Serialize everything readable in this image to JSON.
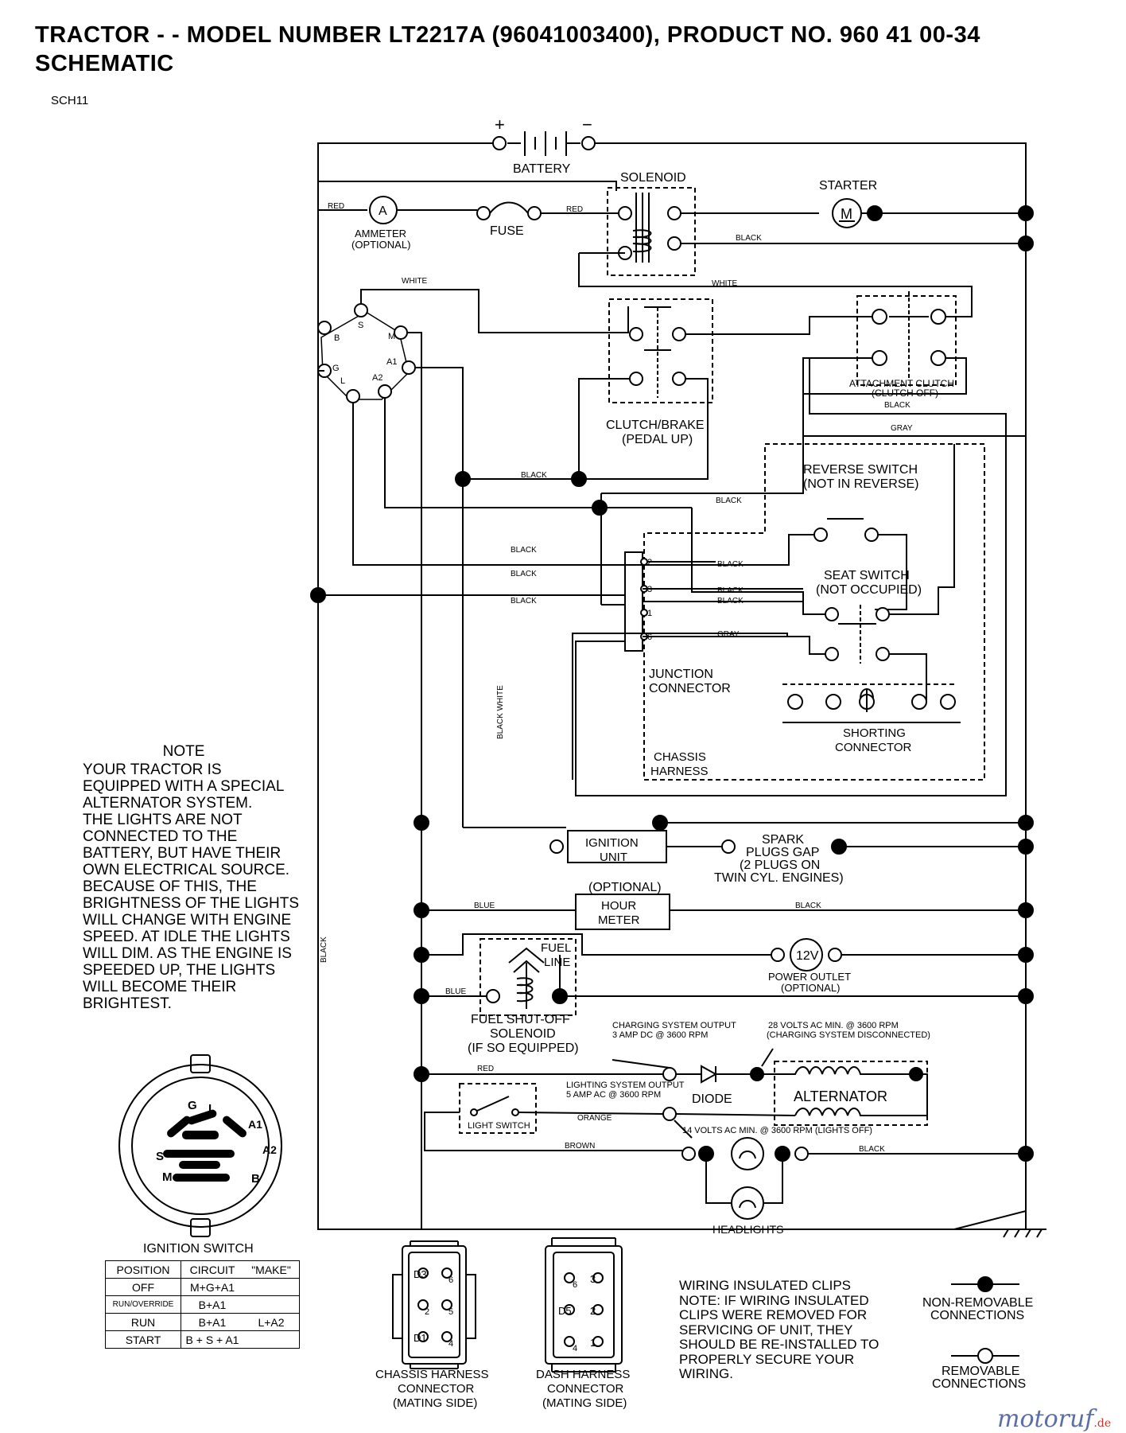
{
  "title": {
    "line1": "TRACTOR - - MODEL NUMBER LT2217A (96041003400), PRODUCT NO. 960 41 00-34",
    "line2": "SCHEMATIC",
    "code": "SCH11"
  },
  "components": {
    "battery": "BATTERY",
    "plus": "+",
    "minus": "−",
    "solenoid": "SOLENOID",
    "starter": "STARTER",
    "starter_m": "M",
    "ammeter_a": "A",
    "ammeter1": "AMMETER",
    "ammeter2": "(OPTIONAL)",
    "fuse": "FUSE",
    "attach1": "ATTACHMENT CLUTCH",
    "attach2": "(CLUTCH OFF)",
    "clutch1": "CLUTCH/BRAKE",
    "clutch2": "(PEDAL UP)",
    "reverse1": "REVERSE SWITCH",
    "reverse2": "(NOT IN REVERSE)",
    "seat1": "SEAT SWITCH",
    "seat2": "(NOT OCCUPIED)",
    "junction1": "JUNCTION",
    "junction2": "CONNECTOR",
    "shorting1": "SHORTING",
    "shorting2": "CONNECTOR",
    "chassis1": "CHASSIS",
    "chassis2": "HARNESS",
    "ign_unit1": "IGNITION",
    "ign_unit2": "UNIT",
    "spark1": "SPARK",
    "spark2": "PLUGS GAP",
    "spark3": "(2 PLUGS ON",
    "spark4": "TWIN CYL. ENGINES)",
    "hour_opt": "(OPTIONAL)",
    "hour1": "HOUR",
    "hour2": "METER",
    "fuel_line1": "FUEL",
    "fuel_line2": "LINE",
    "outlet_v": "12V",
    "outlet1": "POWER OUTLET",
    "outlet2": "(OPTIONAL)",
    "fuel_sol1": "FUEL SHUT-OFF",
    "fuel_sol2": "SOLENOID",
    "fuel_sol3": "(IF SO EQUIPPED)",
    "charge1": "CHARGING SYSTEM OUTPUT",
    "charge2": "3 AMP DC @ 3600 RPM",
    "v28a": "28 VOLTS AC MIN. @ 3600 RPM",
    "v28b": "(CHARGING SYSTEM DISCONNECTED)",
    "light_out1": "LIGHTING SYSTEM OUTPUT",
    "light_out2": "5 AMP AC @ 3600 RPM",
    "diode": "DIODE",
    "alternator": "ALTERNATOR",
    "light_switch": "LIGHT SWITCH",
    "v14": "14 VOLTS AC MIN. @ 3600 RPM (LIGHTS OFF)",
    "headlights": "HEADLIGHTS",
    "ign_switch": "IGNITION SWITCH"
  },
  "terminals": {
    "s": "S",
    "b": "B",
    "m": "M",
    "g": "G",
    "a1": "A1",
    "l": "L",
    "a2": "A2",
    "j2": "2",
    "j3": "3",
    "j1": "1",
    "j6": "6"
  },
  "wires": {
    "red": "RED",
    "red2": "RED",
    "white": "WHITE",
    "white2": "WHITE",
    "black": "BLACK",
    "gray": "GRAY",
    "blue": "BLUE",
    "orange": "ORANGE",
    "brown": "BROWN",
    "black_white": "BLACK WHITE"
  },
  "note": {
    "heading": "NOTE",
    "lines": [
      "YOUR TRACTOR IS",
      "EQUIPPED WITH A SPECIAL",
      "ALTERNATOR SYSTEM.",
      "THE LIGHTS ARE NOT",
      "CONNECTED TO THE",
      "BATTERY, BUT HAVE THEIR",
      "OWN ELECTRICAL SOURCE.",
      "BECAUSE OF THIS, THE",
      "BRIGHTNESS OF THE LIGHTS",
      "WILL CHANGE WITH ENGINE",
      "SPEED.  AT IDLE THE LIGHTS",
      "WILL DIM.  AS THE ENGINE IS",
      "SPEEDED UP, THE LIGHTS",
      "WILL BECOME THEIR",
      "BRIGHTEST."
    ]
  },
  "ign_switch_face": {
    "g": "G",
    "l": "L",
    "a1": "A1",
    "a2": "A2",
    "s": "S",
    "m": "M",
    "b": "B"
  },
  "ign_table": {
    "headers": [
      "POSITION",
      "CIRCUIT",
      "\"MAKE\""
    ],
    "rows": [
      [
        "OFF",
        "M+G+A1",
        ""
      ],
      [
        "RUN/OVERRIDE",
        "B+A1",
        ""
      ],
      [
        "RUN",
        "B+A1",
        "L+A2"
      ],
      [
        "START",
        "B + S + A1",
        ""
      ]
    ]
  },
  "connectors": {
    "chassis1": "CHASSIS HARNESS",
    "chassis2": "CONNECTOR",
    "chassis3": "(MATING SIDE)",
    "dash1": "DASH HARNESS",
    "dash2": "CONNECTOR",
    "dash3": "(MATING SIDE)",
    "chassis_pins": [
      "D3",
      "6",
      "2",
      "5",
      "D1",
      "4"
    ],
    "dash_pins": [
      "6",
      "3",
      "D5",
      "2",
      "4",
      "1"
    ]
  },
  "clips_note": {
    "lines": [
      "WIRING INSULATED CLIPS",
      "NOTE: IF WIRING INSULATED",
      "CLIPS WERE REMOVED FOR",
      "SERVICING OF UNIT, THEY",
      "SHOULD BE RE-INSTALLED TO",
      "PROPERLY SECURE YOUR",
      "WIRING."
    ]
  },
  "legend": {
    "non1": "NON-REMOVABLE",
    "non2": "CONNECTIONS",
    "rem1": "REMOVABLE",
    "rem2": "CONNECTIONS"
  },
  "watermark": {
    "name": "motoruf",
    "tld": ".de"
  }
}
